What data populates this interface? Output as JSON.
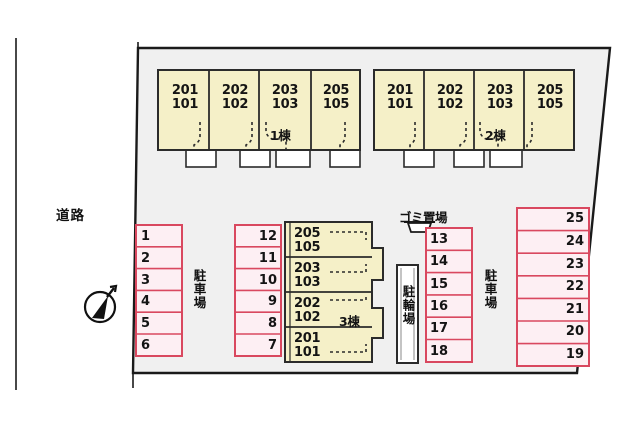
{
  "site": {
    "background_color": "#ffffff",
    "lot_fill": "#f0f0f0",
    "lot_stroke": "#1a1a1a",
    "building_fill": "#f5f0c8",
    "building_stroke": "#2b2b2b",
    "stall_fill": "#fdeff3",
    "stall_stroke": "#d9485f",
    "entrance_fill": "#ffffff"
  },
  "road": {
    "label": "道路"
  },
  "compass": {
    "name": "north-arrow"
  },
  "buildings": [
    {
      "id": "building-1",
      "name_label": "1棟",
      "units": [
        {
          "upper": "201",
          "lower": "101"
        },
        {
          "upper": "202",
          "lower": "102"
        },
        {
          "upper": "203",
          "lower": "103"
        },
        {
          "upper": "205",
          "lower": "105"
        }
      ]
    },
    {
      "id": "building-2",
      "name_label": "2棟",
      "units": [
        {
          "upper": "201",
          "lower": "101"
        },
        {
          "upper": "202",
          "lower": "102"
        },
        {
          "upper": "203",
          "lower": "103"
        },
        {
          "upper": "205",
          "lower": "105"
        }
      ]
    },
    {
      "id": "building-3",
      "name_label": "3棟",
      "units": [
        {
          "upper": "205",
          "lower": "105"
        },
        {
          "upper": "203",
          "lower": "103"
        },
        {
          "upper": "202",
          "lower": "102"
        },
        {
          "upper": "201",
          "lower": "101"
        }
      ]
    }
  ],
  "parking": {
    "label": "駐車場",
    "columns": [
      {
        "id": "parking-col-west",
        "label": "駐車場",
        "stalls": [
          "1",
          "2",
          "3",
          "4",
          "5",
          "6"
        ]
      },
      {
        "id": "parking-col-mid",
        "label": "駐車場",
        "stalls": [
          "12",
          "11",
          "10",
          "9",
          "8",
          "7"
        ]
      },
      {
        "id": "parking-col-east",
        "label": "駐車場",
        "stalls": [
          "13",
          "14",
          "15",
          "16",
          "17",
          "18"
        ]
      },
      {
        "id": "parking-col-far-east",
        "label": "駐車場",
        "stalls": [
          "25",
          "24",
          "23",
          "22",
          "21",
          "20",
          "19"
        ]
      }
    ]
  },
  "bicycle_parking": {
    "label": "駐輪場"
  },
  "trash_area": {
    "label": "ゴミ置場"
  }
}
